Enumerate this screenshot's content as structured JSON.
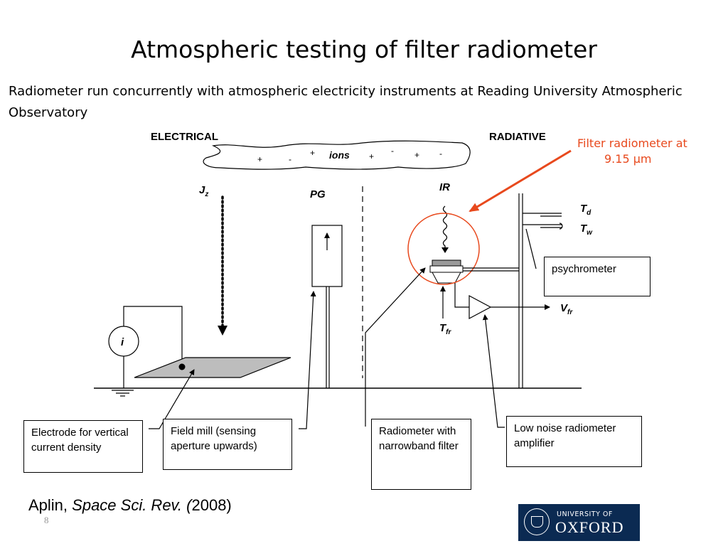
{
  "slide": {
    "title": "Atmospheric testing of filter radiometer",
    "subtitle": "Radiometer run concurrently with atmospheric electricity instruments at Reading University Atmospheric Observatory",
    "page_number": "8"
  },
  "diagram": {
    "electrical_label": "ELECTRICAL",
    "radiative_label": "RADIATIVE",
    "ions_label": "ions",
    "cloud_signs": [
      "+",
      "-",
      "+",
      "+",
      "-",
      "+",
      "-"
    ],
    "jz_main": "J",
    "jz_sub": "z",
    "pg_label": "PG",
    "ir_label": "IR",
    "td_main": "T",
    "td_sub": "d",
    "tw_main": "T",
    "tw_sub": "w",
    "tfr_main": "T",
    "tfr_sub": "fr",
    "vfr_main": "V",
    "vfr_sub": "fr",
    "current_meter_label": "i",
    "filter_annotation_line1": "Filter radiometer at",
    "filter_annotation_line2": "9.15 µm",
    "accent_color": "#e8491d"
  },
  "boxes": {
    "electrode": "Electrode for vertical current density",
    "field_mill": "Field mill (sensing aperture upwards)",
    "radiometer": "Radiometer with narrowband filter",
    "amplifier": "Low noise radiometer amplifier",
    "psychrometer": "psychrometer"
  },
  "citation": {
    "author": "Aplin, ",
    "journal": "Space Sci. Rev. (",
    "year": "2008)"
  },
  "logo": {
    "line1": "UNIVERSITY OF",
    "line2": "OXFORD"
  }
}
